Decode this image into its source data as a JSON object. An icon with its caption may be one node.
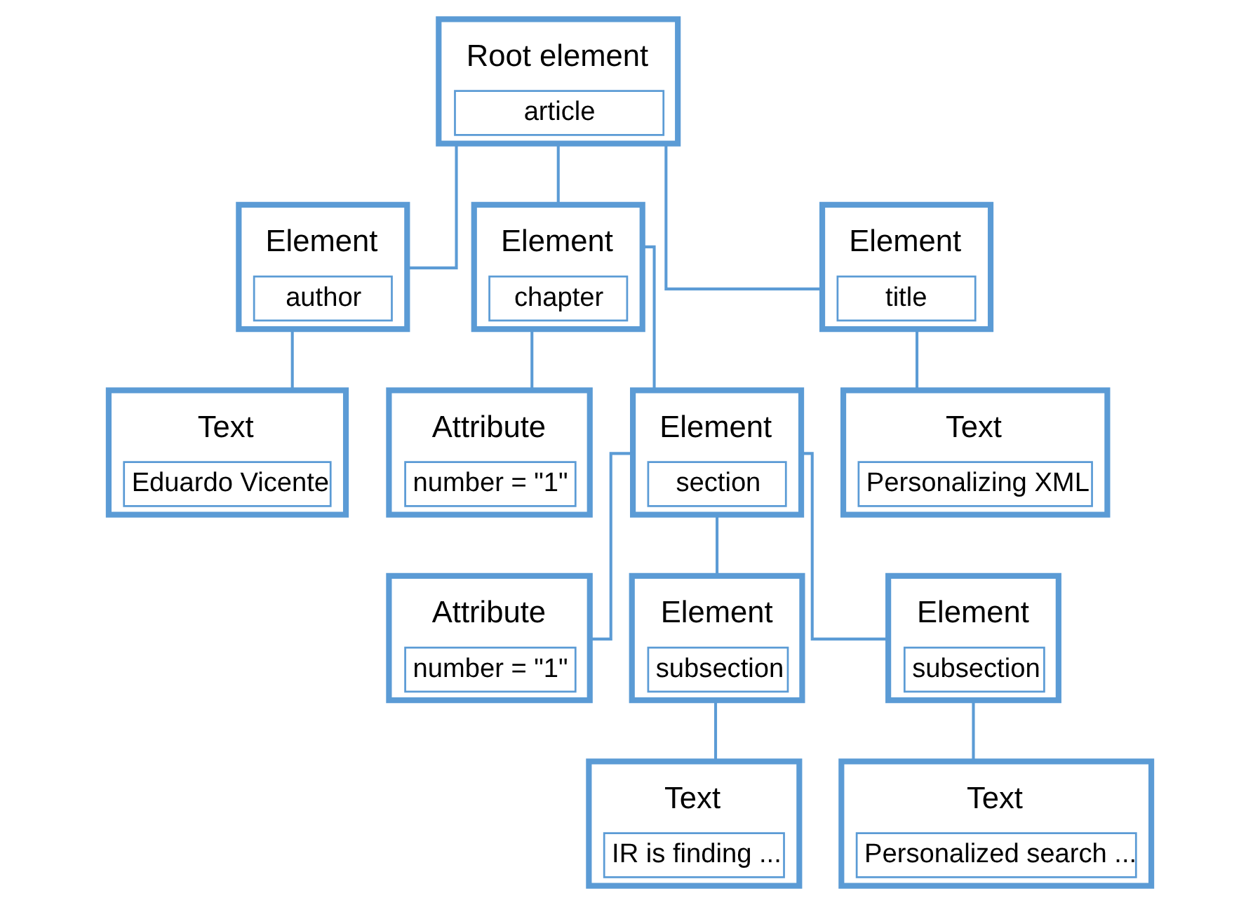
{
  "diagram": {
    "nodes": [
      {
        "text": [
          "Root element",
          "article"
        ]
      },
      {
        "text": [
          "Element",
          "author"
        ]
      },
      {
        "text": [
          "Element",
          "chapter"
        ]
      },
      {
        "text": [
          "Element",
          "title"
        ]
      },
      {
        "text": [
          "Text",
          "Eduardo Vicente"
        ]
      },
      {
        "text": [
          "Attribute",
          "number = \"1\""
        ]
      },
      {
        "text": [
          "Element",
          "section"
        ]
      },
      {
        "text": [
          "Text",
          "Personalizing XML"
        ]
      },
      {
        "text": [
          "Attribute",
          "number = \"1\""
        ]
      },
      {
        "text": [
          "Element",
          "subsection"
        ]
      },
      {
        "text": [
          "Element",
          "subsection"
        ]
      },
      {
        "text": [
          "Text",
          "IR is finding ..."
        ]
      },
      {
        "text": [
          "Text",
          "Personalized search ..."
        ]
      }
    ],
    "edges": [
      {
        "from": 0,
        "to": 1,
        "arrow": "none"
      },
      {
        "from": 0,
        "to": 2,
        "arrow": "none"
      },
      {
        "from": 0,
        "to": 3,
        "arrow": "none"
      },
      {
        "from": 1,
        "to": 4,
        "arrow": "none"
      },
      {
        "from": 2,
        "to": 5,
        "arrow": "none"
      },
      {
        "from": 2,
        "to": 6,
        "arrow": "none"
      },
      {
        "from": 3,
        "to": 7,
        "arrow": "none"
      },
      {
        "from": 6,
        "to": 8,
        "arrow": "none"
      },
      {
        "from": 6,
        "to": 9,
        "arrow": "none"
      },
      {
        "from": 6,
        "to": 10,
        "arrow": "none"
      },
      {
        "from": 9,
        "to": 11,
        "arrow": "none"
      },
      {
        "from": 10,
        "to": 12,
        "arrow": "none"
      }
    ]
  }
}
